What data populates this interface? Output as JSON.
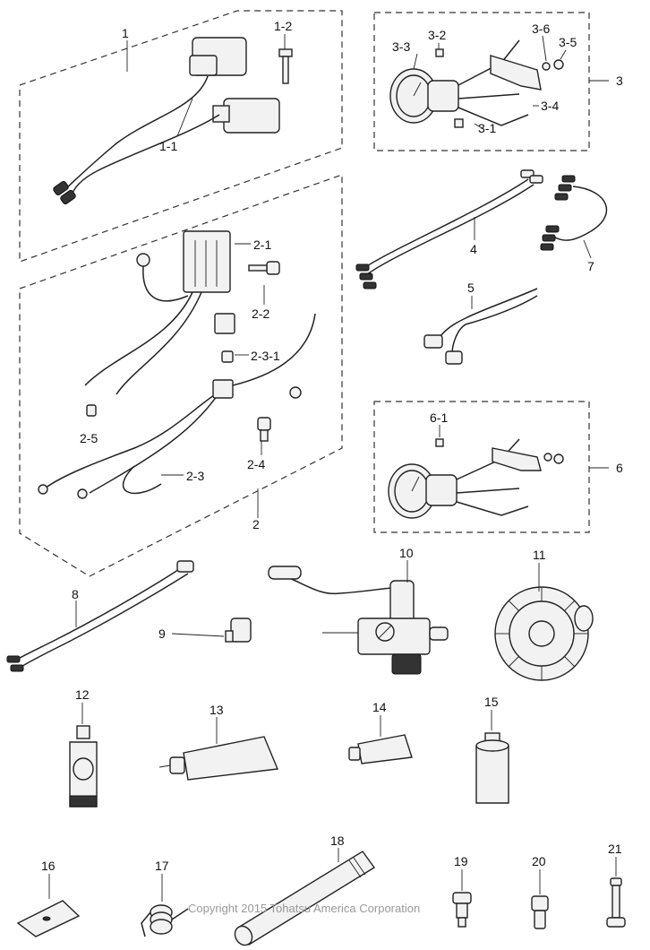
{
  "labels": {
    "l1": "1",
    "l1_1": "1-1",
    "l1_2": "1-2",
    "l2": "2",
    "l2_1": "2-1",
    "l2_2": "2-2",
    "l2_3": "2-3",
    "l2_3_1": "2-3-1",
    "l2_4": "2-4",
    "l2_5": "2-5",
    "l3": "3",
    "l3_1": "3-1",
    "l3_2": "3-2",
    "l3_3": "3-3",
    "l3_4": "3-4",
    "l3_5": "3-5",
    "l3_6": "3-6",
    "l4": "4",
    "l5": "5",
    "l6": "6",
    "l6_1": "6-1",
    "l7": "7",
    "l8": "8",
    "l9": "9",
    "l10": "10",
    "l11": "11",
    "l12": "12",
    "l13": "13",
    "l14": "14",
    "l15": "15",
    "l16": "16",
    "l17": "17",
    "l18": "18",
    "l19": "19",
    "l20": "20",
    "l21": "21"
  },
  "copyright": "Copyright 2015 Tohatsu America Corporation"
}
